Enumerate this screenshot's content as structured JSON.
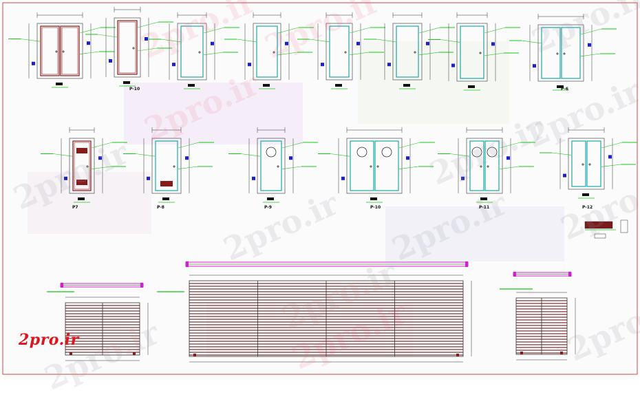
{
  "watermark_text": "2pro.ir",
  "logo_text": "2pro.ir",
  "door_labels": {
    "p10": "P-10",
    "p6": "P-6",
    "p7": "P7",
    "p8": "P-8",
    "p9": "P-9",
    "p10b": "P-10",
    "p11": "P-11",
    "p12": "P-12"
  },
  "colors": {
    "frame": "#1aa8a8",
    "door": "#8a1a1a",
    "annotation": "#14c814",
    "dimension": "#333333",
    "slat": "#5a0c0c",
    "tag": "#2020c8",
    "highlight": "#d020d0",
    "border": "#d24a4a",
    "logo": "#e0141e"
  }
}
